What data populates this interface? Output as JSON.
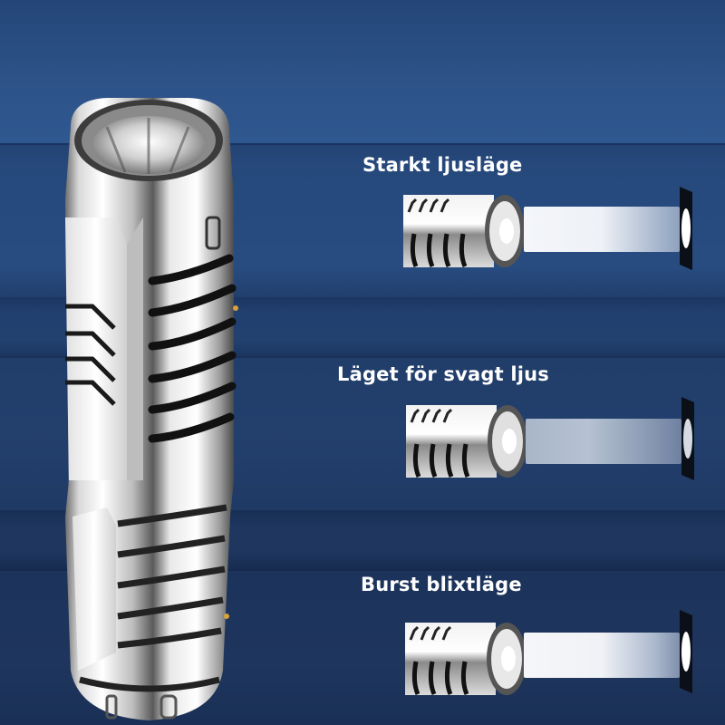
{
  "background": {
    "colors": [
      "#2d5389",
      "#284c80",
      "#22406f",
      "#233f6c",
      "#1f375f",
      "#1e355d"
    ]
  },
  "product": {
    "name": "flashlight",
    "body_color": "#c8c8c8",
    "accent_color": "#d9a23a"
  },
  "modes": [
    {
      "title": "Starkt ljusläge",
      "beam_intensity": "high"
    },
    {
      "title": "Läget för svagt ljus",
      "beam_intensity": "low"
    },
    {
      "title": "Burst blixtläge",
      "beam_intensity": "burst"
    }
  ]
}
